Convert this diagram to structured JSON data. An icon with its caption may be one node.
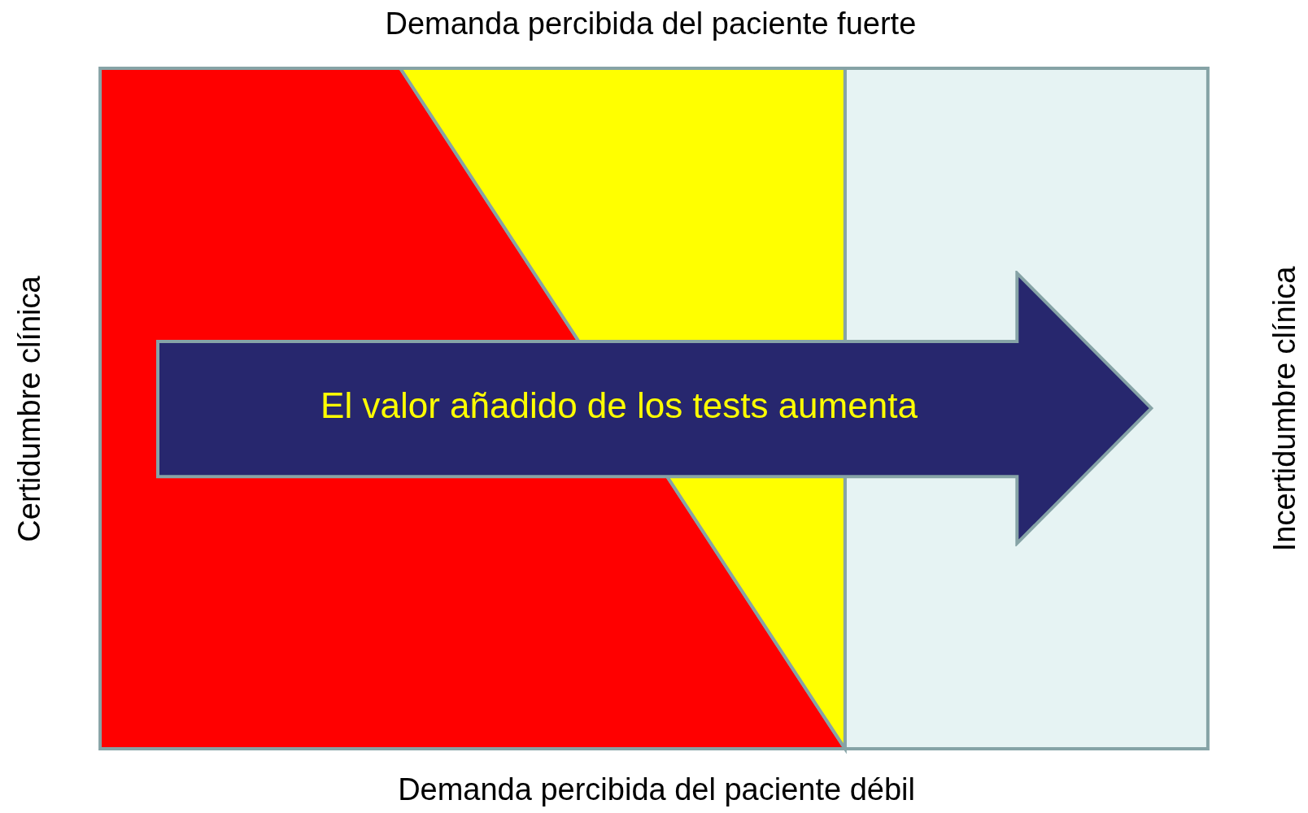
{
  "diagram": {
    "nodes": [
      {
        "text": [
          "El valor añadido de los tests aumenta"
        ]
      }
    ],
    "labels": [
      "Demanda percibida del paciente fuerte",
      "Certidumbre clínica",
      "Incertidumbre clínica",
      "Demanda percibida del paciente débil"
    ]
  }
}
